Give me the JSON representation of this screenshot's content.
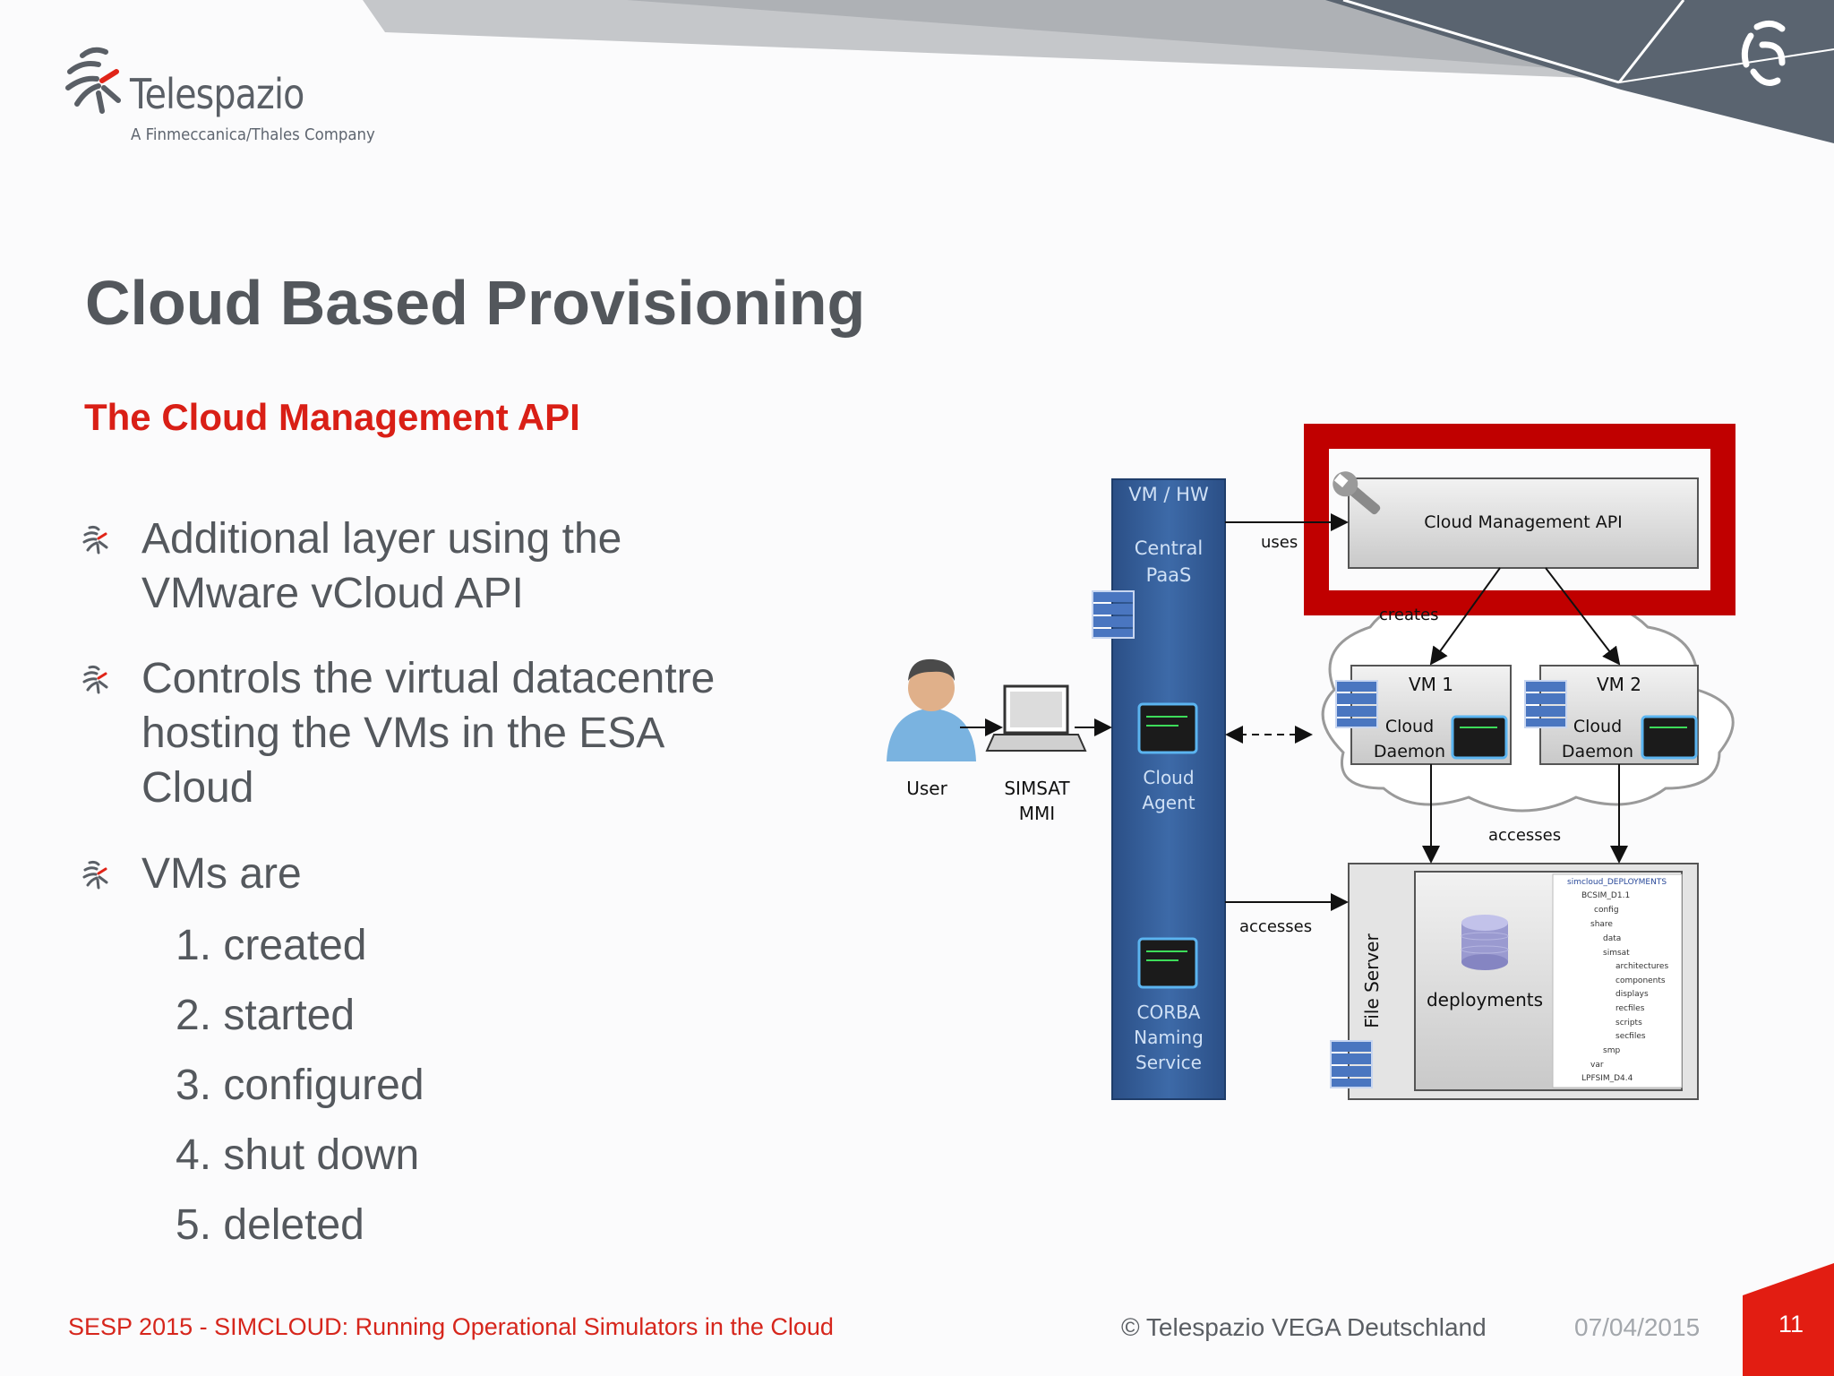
{
  "logo": {
    "name": "Telespazio",
    "tagline": "A Finmeccanica/Thales Company"
  },
  "slide": {
    "title": "Cloud Based Provisioning",
    "subtitle": "The Cloud Management API",
    "bullets": [
      {
        "lines": [
          "Additional layer using the",
          "VMware vCloud API"
        ]
      },
      {
        "lines": [
          "Controls the virtual datacentre",
          "hosting the VMs in the ESA",
          "Cloud"
        ]
      },
      {
        "lines": [
          "VMs are"
        ]
      }
    ],
    "steps": [
      "1. created",
      "2. started",
      "3. configured",
      "4. shut down",
      "5. deleted"
    ]
  },
  "diagram": {
    "vm_hw": "VM / HW",
    "central_paas": [
      "Central",
      "PaaS"
    ],
    "cloud_agent": [
      "Cloud",
      "Agent"
    ],
    "corba": [
      "CORBA",
      "Naming",
      "Service"
    ],
    "user": "User",
    "simsat": [
      "SIMSAT",
      "MMI"
    ],
    "uses": "uses",
    "creates": "creates",
    "api": "Cloud Management API",
    "vm1": "VM 1",
    "vm2": "VM 2",
    "daemon": [
      "Cloud",
      "Daemon"
    ],
    "accesses_top": "accesses",
    "accesses_left": "accesses",
    "file_server": "File Server",
    "deployments": "deployments",
    "tree": [
      "simcloud_DEPLOYMENTS",
      "BCSIM_D1.1",
      "config",
      "share",
      "data",
      "simsat",
      "architectures",
      "components",
      "displays",
      "recfiles",
      "scripts",
      "secfiles",
      "smp",
      "var",
      "LPFSIM_D4.4"
    ],
    "highlight_color": "#c00000"
  },
  "footer": {
    "left": "SESP 2015 - SIMCLOUD: Running Operational Simulators in the Cloud",
    "copyright": "© Telespazio VEGA Deutschland",
    "date": "07/04/2015",
    "page": "11"
  }
}
